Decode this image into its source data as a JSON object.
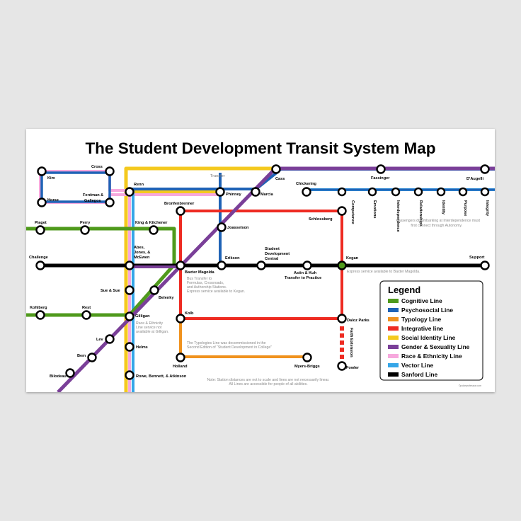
{
  "title": "The Student Development Transit System Map",
  "legend": {
    "title": "Legend",
    "items": [
      {
        "label": "Cognitive Line",
        "color": "#4f9a1c"
      },
      {
        "label": "Psychosocial Line",
        "color": "#1f63b6"
      },
      {
        "label": "Typology Line",
        "color": "#f0921e"
      },
      {
        "label": "Integrative line",
        "color": "#ee2b22"
      },
      {
        "label": "Social Identity Line",
        "color": "#f4c91e"
      },
      {
        "label": "Gender & Sexuality Line",
        "color": "#7a3f98"
      },
      {
        "label": "Race & Ethnicity Line",
        "color": "#f7a8dd"
      },
      {
        "label": "Vector Line",
        "color": "#35a6e8"
      },
      {
        "label": "Sanford Line",
        "color": "#000000"
      }
    ]
  },
  "stations": {
    "kim": "Kim",
    "cross": "Cross",
    "horse": "Horse",
    "ferdman": "Ferdman &",
    "gallegos": "Gallegos",
    "renn": "Renn",
    "transfer": "Transfer",
    "phinney": "Phinney",
    "marcia": "Marcia",
    "cass": "Cass",
    "chickering": "Chickering",
    "fassinger": "Fassinger",
    "daugelli": "D'Augelli",
    "piaget": "Piaget",
    "perry": "Perry",
    "king_kitchener": "King & Kitchener",
    "bronfenbrenner": "Bronfenbrenner",
    "joasselson": "Joasselson",
    "schlossberg": "Schlossberg",
    "competence": "Competence",
    "emotions": "Emotions",
    "interdependence": "Interdependence",
    "relationships": "Relationships",
    "identity": "Identity",
    "purpose": "Purpose",
    "integrity": "Integrity",
    "challenge": "Challenge",
    "abes1": "Abes,",
    "abes2": "Jones, &",
    "abes3": "McEwen",
    "baxter": "Baxter Magolda",
    "erikson": "Erikson",
    "sdc1": "Student",
    "sdc2": "Development",
    "sdc3": "Central",
    "astin": "Astin & Kuh",
    "astin_sub": "Transfer to Practice",
    "kegan": "Kegan",
    "support": "Support",
    "sue": "Sue & Sue",
    "belenky": "Belenky",
    "kohlberg": "Kohlberg",
    "rest": "Rest",
    "gilligan": "Gilligan",
    "kolb": "Kolb",
    "daloz": "Daloz Parks",
    "faith": "Faith Extension",
    "lev": "Lev",
    "helms": "Helms",
    "bem": "Bem",
    "bilodeau": "Bilodeau",
    "holland": "Holland",
    "myers": "Myers-Briggs",
    "rowe": "Rowe, Bennett, & Atkinson",
    "fowler": "Fowler"
  },
  "notes": {
    "interdependence1": "Passengers disembarking at Interdependence must",
    "interdependence2": "first connect through Autonomy.",
    "kegan_express": "Express service available to Baxter Magolda.",
    "baxter1": "Bus Transfer to",
    "baxter2": "Formulas, Crossroads,",
    "baxter3": "and Authorship Stations.",
    "baxter4": "Express service available to Kegan.",
    "gilligan1": "Race & Ethnicity",
    "gilligan2": "Line service not",
    "gilligan3": "available at Gilligan.",
    "typology1": "The Typologies Line was decommissioned in the",
    "typology2": "Second Edition of “Student Development in College”",
    "footer1": "Note: Station distances are not to scale and lines are not necessarily linear.",
    "footer2": "All Lines are accessible for people of all abilities."
  },
  "credit": "©pokeprofessor.com"
}
